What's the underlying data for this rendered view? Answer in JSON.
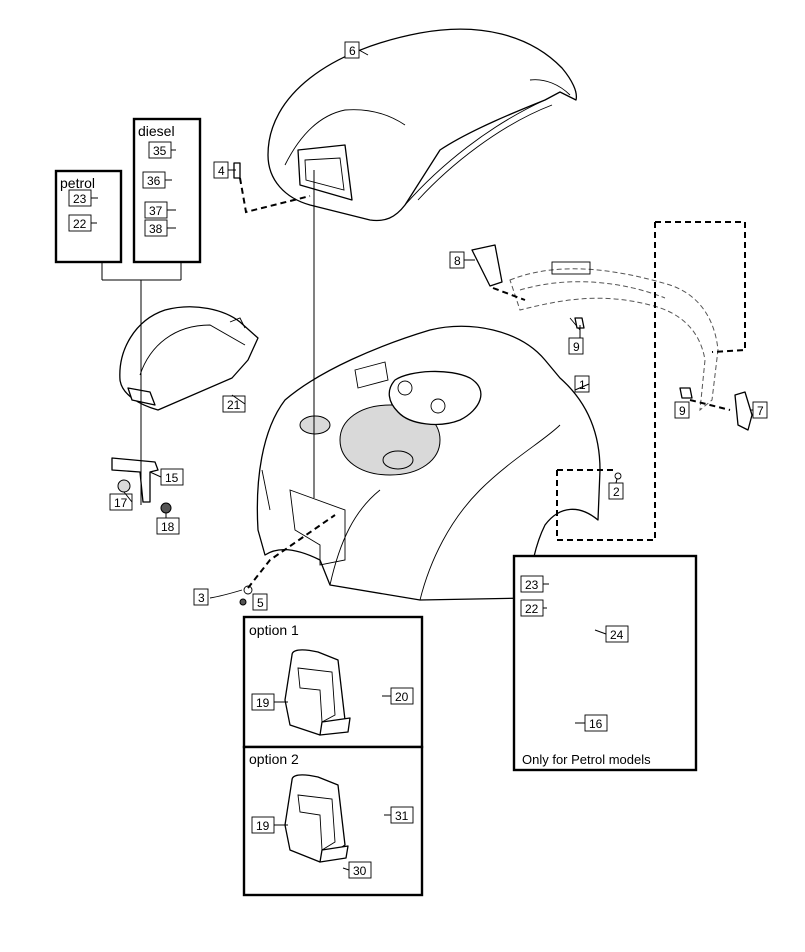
{
  "groups": {
    "petrol": "petrol",
    "diesel": "diesel",
    "option1": "option 1",
    "option2": "option 2",
    "petrol_only_note": "Only for Petrol models"
  },
  "callouts": {
    "c1": "1",
    "c2": "2",
    "c3": "3",
    "c4": "4",
    "c5": "5",
    "c6": "6",
    "c7": "7",
    "c8": "8",
    "c9a": "9",
    "c9b": "9",
    "c15": "15",
    "c16": "16",
    "c17": "17",
    "c18": "18",
    "c19a": "19",
    "c19b": "19",
    "c20": "20",
    "c21": "21",
    "c22a": "22",
    "c22b": "22",
    "c23a": "23",
    "c23b": "23",
    "c24": "24",
    "c30": "30",
    "c31": "31",
    "c35": "35",
    "c36": "36",
    "c37": "37",
    "c38": "38"
  }
}
